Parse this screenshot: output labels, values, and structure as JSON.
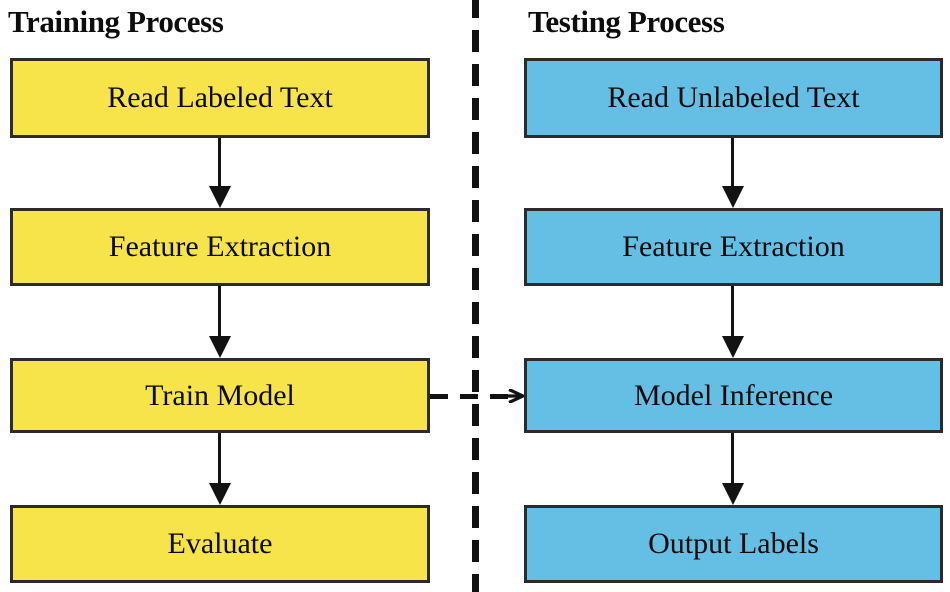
{
  "diagram": {
    "title_training": "Training Process",
    "title_testing": "Testing Process",
    "colors": {
      "training_fill": "#F7E34A",
      "testing_fill": "#65BFE5",
      "box_border": "#2B2B2B",
      "arrow": "#121212",
      "background": "#FFFFFF",
      "text": "#0A0A0A"
    },
    "training": {
      "steps": [
        {
          "label": "Read Labeled Text"
        },
        {
          "label": "Feature Extraction"
        },
        {
          "label": "Train Model"
        },
        {
          "label": "Evaluate"
        }
      ]
    },
    "testing": {
      "steps": [
        {
          "label": "Read Unlabeled Text"
        },
        {
          "label": "Feature Extraction"
        },
        {
          "label": "Model Inference"
        },
        {
          "label": "Output Labels"
        }
      ]
    },
    "connectors": {
      "vertical_arrow_icon": "arrow-down-icon",
      "transfer_arrow_icon": "dashed-arrow-right-icon",
      "divider_icon": "vertical-dashed-divider-icon",
      "transfer_from": "Train Model",
      "transfer_to": "Model Inference"
    }
  }
}
